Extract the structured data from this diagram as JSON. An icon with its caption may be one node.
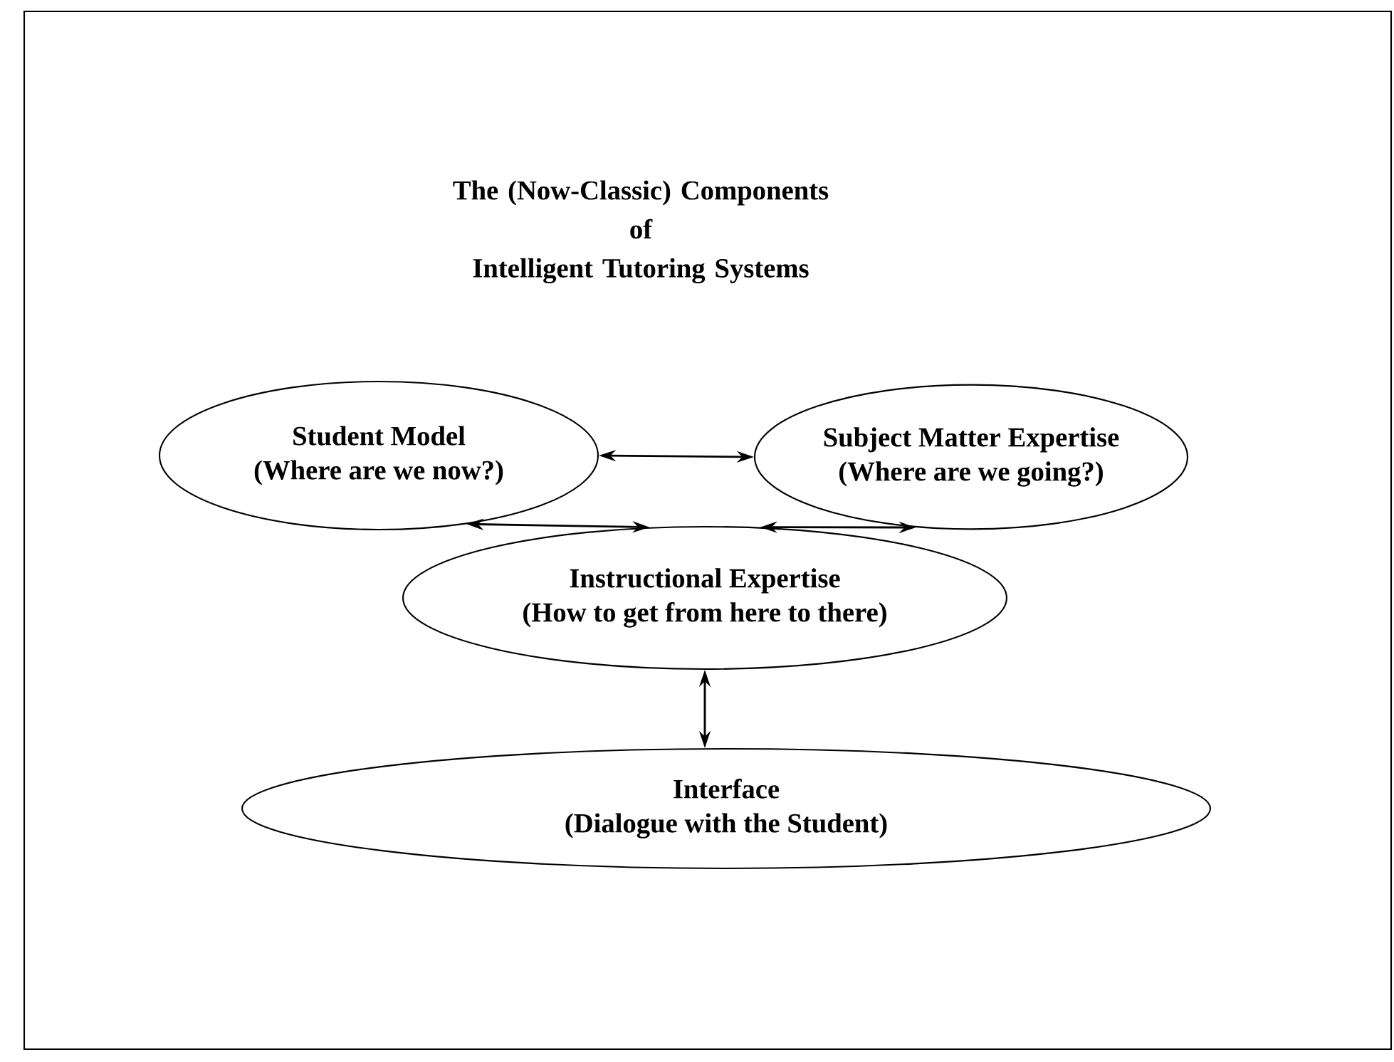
{
  "diagram": {
    "title": "The (Now-Classic) Components of Intelligent Tutoring Systems",
    "nodes": [
      {
        "text": [
          "Student Model",
          "(Where are we now?)"
        ]
      },
      {
        "text": [
          "Subject Matter Expertise",
          "(Where are we going?)"
        ]
      },
      {
        "text": [
          "Instructional Expertise",
          "(How to get from here to there)"
        ]
      },
      {
        "text": [
          "Interface",
          "(Dialogue with the Student)"
        ]
      }
    ],
    "edges": [
      {
        "from": 0,
        "to": 1,
        "arrow": "both"
      },
      {
        "from": 0,
        "to": 2,
        "arrow": "both"
      },
      {
        "from": 1,
        "to": 2,
        "arrow": "both"
      },
      {
        "from": 2,
        "to": 3,
        "arrow": "both"
      }
    ]
  }
}
